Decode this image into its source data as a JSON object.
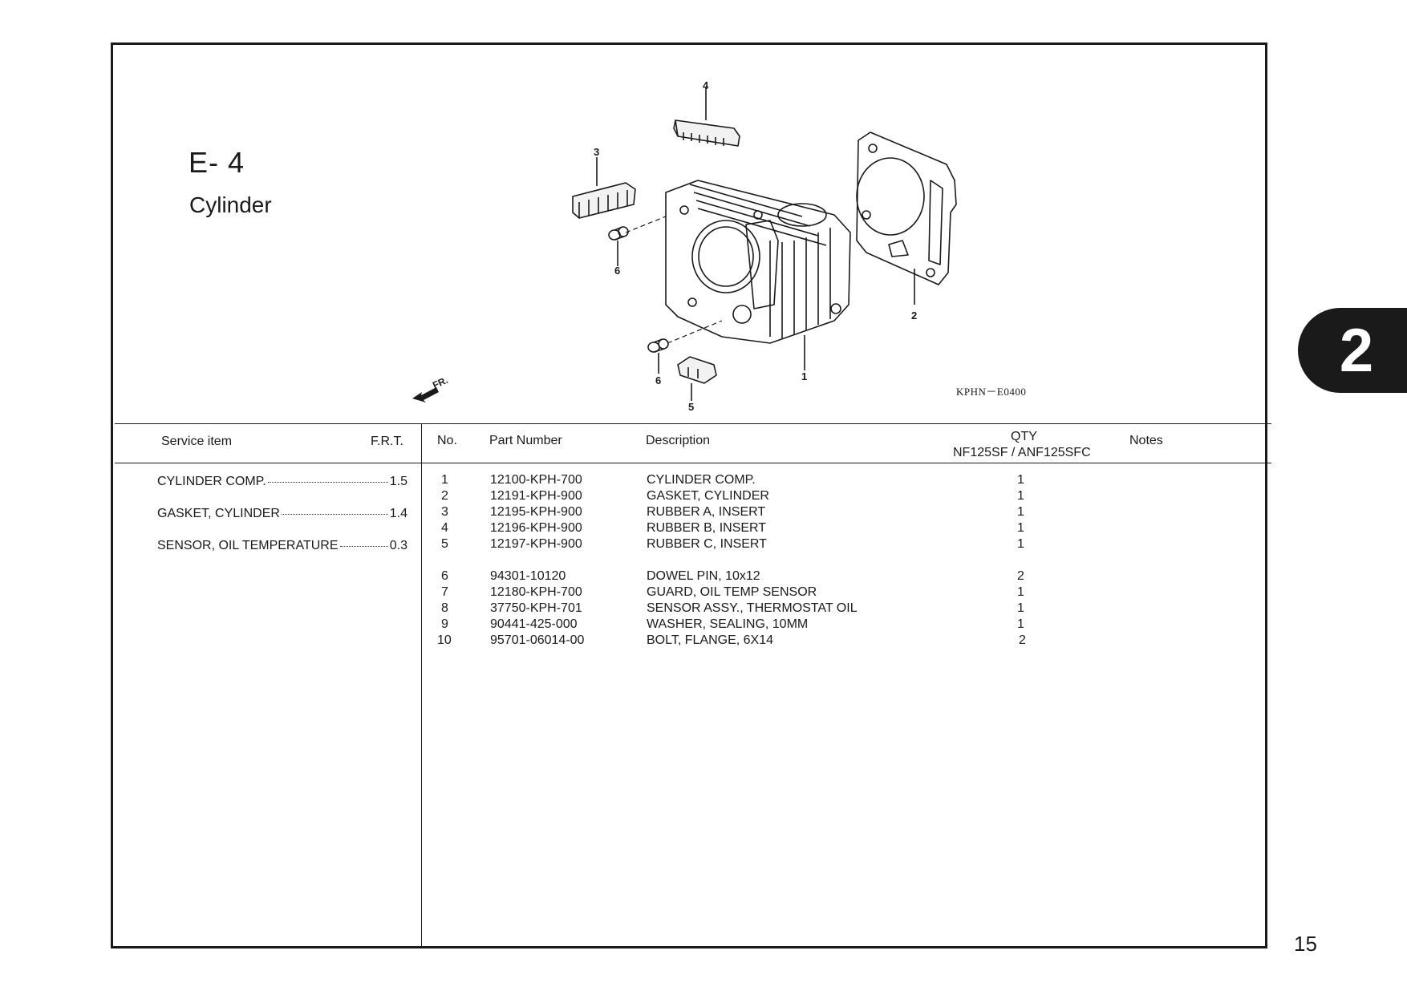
{
  "section": {
    "code": "E- 4",
    "title": "Cylinder"
  },
  "diagram": {
    "figure_code": "KPHN－E0400",
    "callouts": [
      "4",
      "3",
      "6",
      "2",
      "1",
      "6",
      "5"
    ],
    "fr_label": "FR."
  },
  "service_table": {
    "headers": {
      "item": "Service item",
      "frt": "F.R.T."
    },
    "rows": [
      {
        "item": "CYLINDER COMP.",
        "frt": "1.5"
      },
      {
        "item": "GASKET, CYLINDER",
        "frt": "1.4"
      },
      {
        "item": "SENSOR, OIL TEMPERATURE",
        "frt": "0.3"
      }
    ]
  },
  "parts_table": {
    "headers": {
      "no": "No.",
      "part_number": "Part Number",
      "description": "Description",
      "qty": "QTY",
      "qty_models": "NF125SF / ANF125SFC",
      "notes": "Notes"
    },
    "rows": [
      {
        "no": "1",
        "part": "12100-KPH-700",
        "desc": "CYLINDER COMP.",
        "qty": "1"
      },
      {
        "no": "2",
        "part": "12191-KPH-900",
        "desc": "GASKET, CYLINDER",
        "qty": "1"
      },
      {
        "no": "3",
        "part": "12195-KPH-900",
        "desc": "RUBBER A, INSERT",
        "qty": "1"
      },
      {
        "no": "4",
        "part": "12196-KPH-900",
        "desc": "RUBBER B, INSERT",
        "qty": "1"
      },
      {
        "no": "5",
        "part": "12197-KPH-900",
        "desc": "RUBBER C, INSERT",
        "qty": "1"
      },
      {
        "no": "6",
        "part": "94301-10120",
        "desc": "DOWEL PIN, 10x12",
        "qty": "2"
      },
      {
        "no": "7",
        "part": "12180-KPH-700",
        "desc": "GUARD, OIL TEMP SENSOR",
        "qty": "1"
      },
      {
        "no": "8",
        "part": "37750-KPH-701",
        "desc": "SENSOR ASSY., THERMOSTAT OIL",
        "qty": "1"
      },
      {
        "no": "9",
        "part": "90441-425-000",
        "desc": "WASHER, SEALING, 10MM",
        "qty": "1"
      },
      {
        "no": "10",
        "part": "95701-06014-00",
        "desc": "BOLT, FLANGE, 6X14",
        "qty": "2"
      }
    ]
  },
  "chapter_tab": "2",
  "page_number": "15"
}
